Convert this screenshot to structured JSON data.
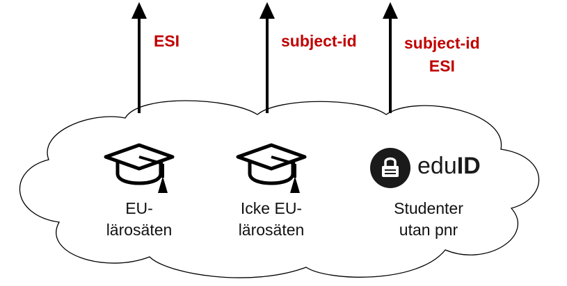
{
  "flows": [
    {
      "lines": [
        "ESI"
      ]
    },
    {
      "lines": [
        "subject-id"
      ]
    },
    {
      "lines": [
        "subject-id",
        "ESI"
      ]
    }
  ],
  "nodes": [
    {
      "icon": "graduation-cap-icon",
      "lines": [
        "EU-",
        "lärosäten"
      ]
    },
    {
      "icon": "graduation-cap-icon",
      "lines": [
        "Icke EU-",
        "lärosäten"
      ]
    },
    {
      "icon": "eduid-logo",
      "lines": [
        "Studenter",
        "utan pnr"
      ]
    }
  ],
  "logo": {
    "part1": "edu",
    "part2": "ID"
  },
  "colors": {
    "flow_label": "#c00000",
    "outline": "#000000",
    "logo_dark": "#1a1a1a"
  }
}
